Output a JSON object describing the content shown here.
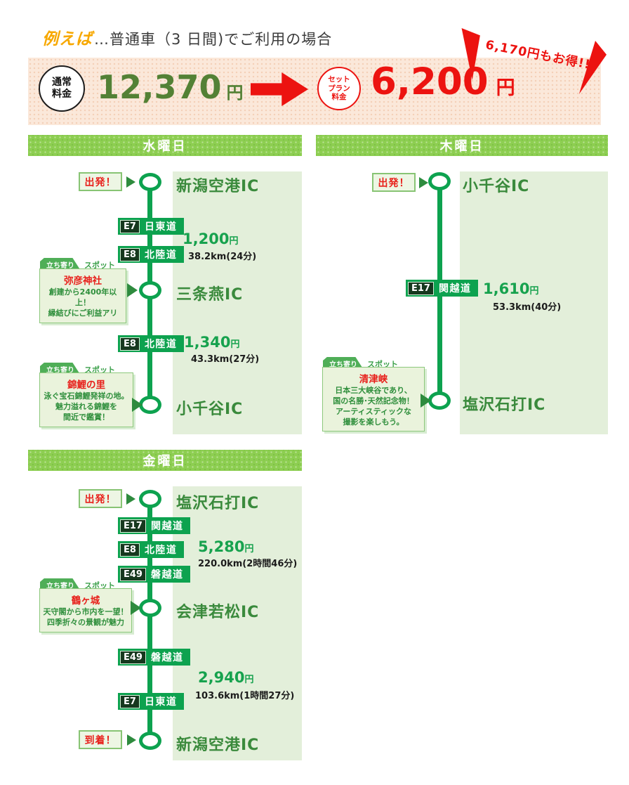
{
  "title": {
    "highlight": "例えば",
    "rest": "…普通車（3 日間)でご利用の場合"
  },
  "banner": {
    "normal_badge": [
      "通常",
      "料金"
    ],
    "normal_price": "12,370",
    "normal_unit": "円",
    "set_badge": [
      "セット",
      "プラン",
      "料金"
    ],
    "set_price": "6,200",
    "set_unit": "円",
    "savings": "6,170円もお得!!"
  },
  "spot_tab": {
    "tab": "立ち寄り",
    "label": "スポット"
  },
  "days": [
    {
      "name": "水曜日",
      "start_label": "出発！",
      "nodes": [
        "新潟空港IC",
        "三条燕IC",
        "小千谷IC"
      ],
      "legs": [
        {
          "badges": [
            {
              "num": "E7",
              "road": "日東道"
            },
            {
              "num": "E8",
              "road": "北陸道"
            }
          ],
          "price": "1,200",
          "unit": "円",
          "distance": "38.2km(24分)"
        },
        {
          "badges": [
            {
              "num": "E8",
              "road": "北陸道"
            }
          ],
          "price": "1,340",
          "unit": "円",
          "distance": "43.3km(27分)"
        }
      ],
      "spots": [
        {
          "title": "弥彦神社",
          "lines": [
            "創建から2400年以上！",
            "縁結びにご利益アリ"
          ]
        },
        {
          "title": "錦鯉の里",
          "lines": [
            "泳ぐ宝石錦鯉発祥の地。",
            "魅力溢れる錦鯉を",
            "間近で鑑賞！"
          ]
        }
      ]
    },
    {
      "name": "木曜日",
      "start_label": "出発！",
      "nodes": [
        "小千谷IC",
        "塩沢石打IC"
      ],
      "legs": [
        {
          "badges": [
            {
              "num": "E17",
              "road": "関越道"
            }
          ],
          "price": "1,610",
          "unit": "円",
          "distance": "53.3km(40分)"
        }
      ],
      "spots": [
        {
          "title": "清津峡",
          "lines": [
            "日本三大峡谷であり、",
            "国の名勝･天然記念物！",
            "アーティスティックな",
            "撮影を楽しもう。"
          ]
        }
      ]
    },
    {
      "name": "金曜日",
      "start_label": "出発！",
      "end_label": "到着！",
      "nodes": [
        "塩沢石打IC",
        "会津若松IC",
        "新潟空港IC"
      ],
      "legs": [
        {
          "badges": [
            {
              "num": "E17",
              "road": "関越道"
            },
            {
              "num": "E8",
              "road": "北陸道"
            },
            {
              "num": "E49",
              "road": "磐越道"
            }
          ],
          "price": "5,280",
          "unit": "円",
          "distance": "220.0km(2時間46分)"
        },
        {
          "badges": [
            {
              "num": "E49",
              "road": "磐越道"
            },
            {
              "num": "E7",
              "road": "日東道"
            }
          ],
          "price": "2,940",
          "unit": "円",
          "distance": "103.6km(1時間27分)"
        }
      ],
      "spots": [
        {
          "title": "鶴ヶ城",
          "lines": [
            "天守閣から市内を一望！",
            "四季折々の景観が魅力"
          ]
        }
      ]
    }
  ],
  "colors": {
    "accent_red": "#EC1310",
    "route_green": "#0DA24F",
    "panel_green": "#E3EFDA",
    "header_green": "#8DCE51",
    "ic_text_green": "#3A8A3C",
    "price_green": "#17A24E",
    "normal_price_green": "#538135",
    "banner_peach": "#FBE8DA",
    "highlight_orange": "#F7A800",
    "badge_number_bg": "#16381E",
    "spot_title_red": "#E8201B",
    "spot_text_green": "#2F8F3C"
  }
}
